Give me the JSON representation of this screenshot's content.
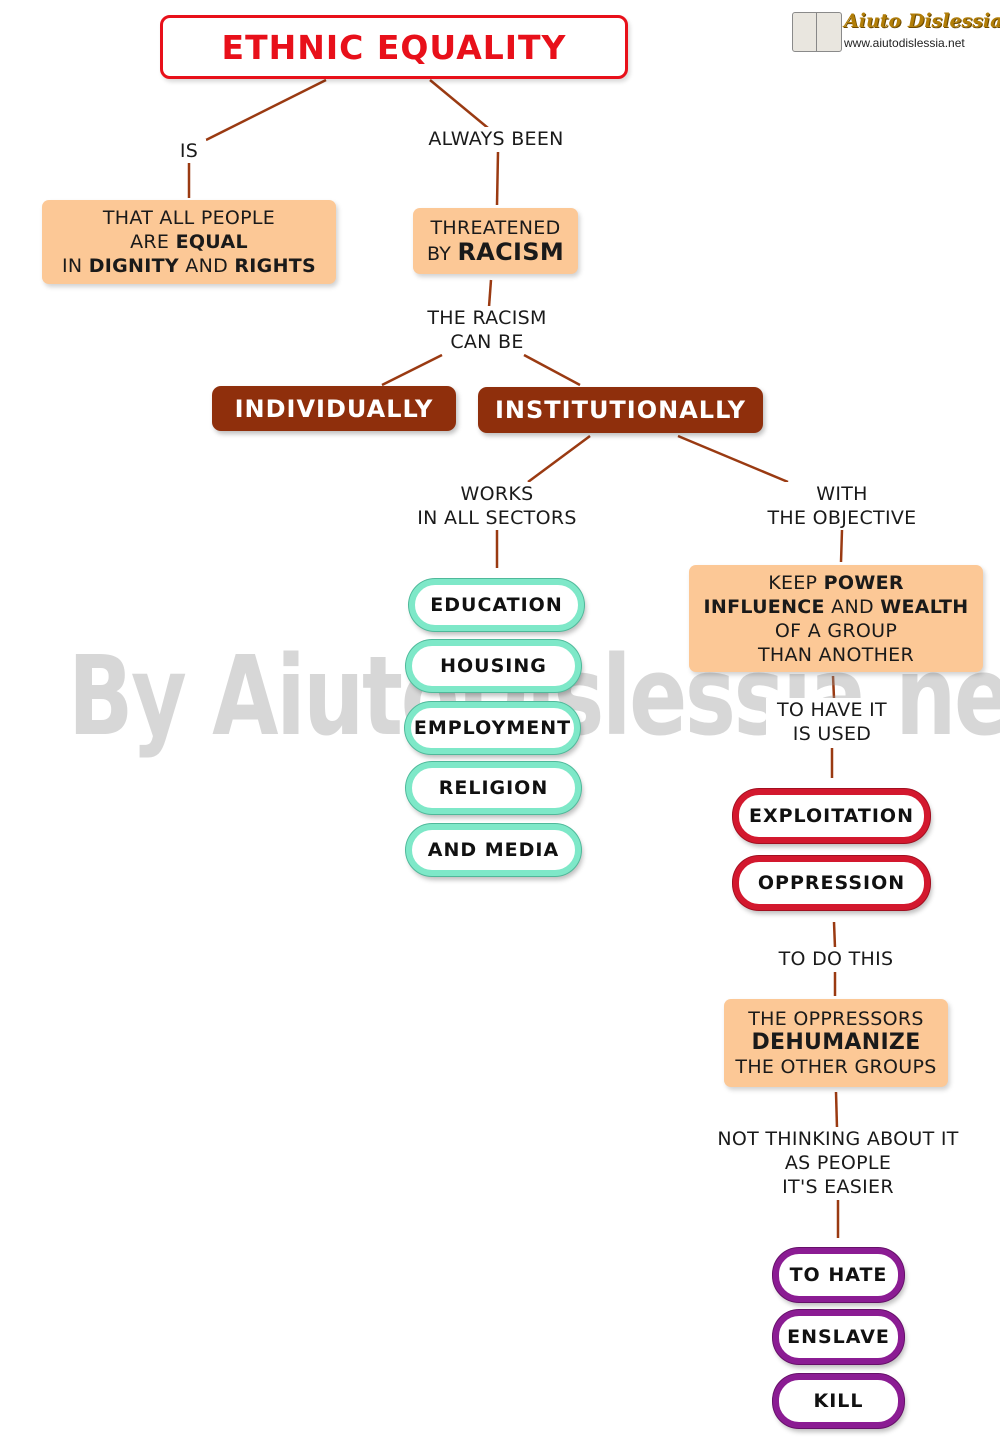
{
  "logo": {
    "name": "Aiuto Dislessia",
    "url": "www.aiutodislessia.net"
  },
  "watermark": "By AiutoDislessia.net",
  "title": "ETHNIC EQUALITY",
  "links": {
    "is": "IS",
    "always_been": "ALWAYS BEEN",
    "racism_can_be": [
      "THE RACISM",
      "CAN BE"
    ],
    "works": [
      "WORKS",
      "IN ALL SECTORS"
    ],
    "with_objective": [
      "WITH",
      "THE OBJECTIVE"
    ],
    "to_have_it": [
      "TO HAVE IT",
      "IS USED"
    ],
    "to_do_this": "TO DO THIS",
    "not_thinking": [
      "NOT THINKING ABOUT IT",
      "AS PEOPLE",
      "IT'S EASIER"
    ]
  },
  "equal_box": {
    "line1": "THAT ALL PEOPLE",
    "line2_pre": "ARE ",
    "line2_bold": "EQUAL",
    "line3_pre": "IN ",
    "line3_bold1": "DIGNITY",
    "line3_mid": " AND ",
    "line3_bold2": "RIGHTS"
  },
  "threat_box": {
    "line1": "THREATENED",
    "line2_pre": "BY ",
    "line2_bold": "RACISM"
  },
  "kinds": {
    "individually": "INDIVIDUALLY",
    "institutionally": "INSTITUTIONALLY"
  },
  "sectors": [
    "EDUCATION",
    "HOUSING",
    "EMPLOYMENT",
    "RELIGION",
    "AND MEDIA"
  ],
  "objective_box": {
    "line1_pre": "KEEP ",
    "line1_bold": "POWER",
    "line2_bold1": "INFLUENCE",
    "line2_mid": " AND ",
    "line2_bold2": "WEALTH",
    "line3": "OF A GROUP",
    "line4": "THAN ANOTHER"
  },
  "means": [
    "EXPLOITATION",
    "OPPRESSION"
  ],
  "dehumanize_box": {
    "line1": "THE OPPRESSORS",
    "line2_bold": "DEHUMANIZE",
    "line3": "THE OTHER GROUPS"
  },
  "outcomes": [
    "TO HATE",
    "ENSLAVE",
    "KILL"
  ],
  "colors": {
    "title": "#e8101a",
    "connector": "#9a3a12",
    "peach_box": "#fcc896",
    "brown_box": "#8f2f0c",
    "sector_border": "#7ee8c8",
    "means_border": "#d3182e",
    "outcome_border": "#8b1c93"
  }
}
